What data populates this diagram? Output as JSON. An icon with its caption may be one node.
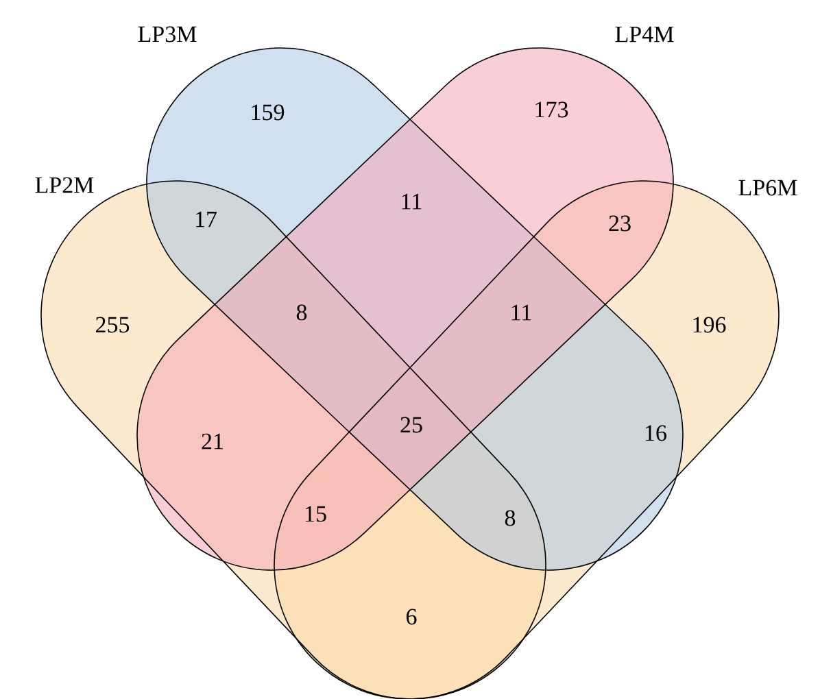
{
  "diagram": {
    "nodes": [
      {
        "text": [
          "LP3M"
        ]
      },
      {
        "text": [
          "LP4M"
        ]
      },
      {
        "text": [
          "LP2M"
        ]
      },
      {
        "text": [
          "LP6M"
        ]
      }
    ],
    "labels": [
      "159",
      "173",
      "11",
      "17",
      "23",
      "8",
      "11",
      "255",
      "196",
      "21",
      "25",
      "16",
      "15",
      "8",
      "6"
    ]
  }
}
